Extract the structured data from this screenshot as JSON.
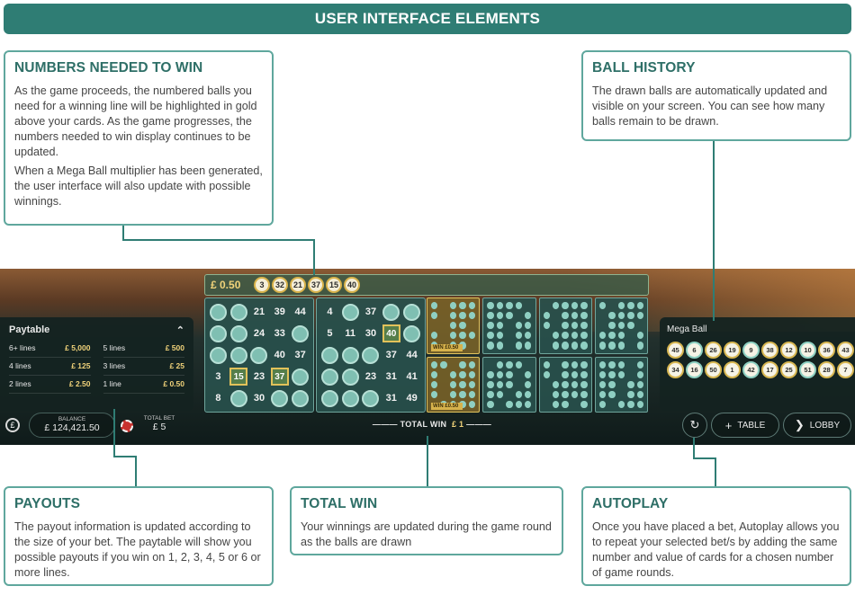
{
  "header": {
    "title": "USER INTERFACE ELEMENTS"
  },
  "callouts": {
    "numbers": {
      "title": "NUMBERS NEEDED TO WIN",
      "p1": "As the game proceeds, the numbered balls you need for a winning line will be highlighted in gold above your cards. As the game progresses, the numbers needed to win display continues to be updated.",
      "p2": "When a Mega Ball multiplier has been generated, the user interface will also update with possible winnings."
    },
    "history": {
      "title": "BALL HISTORY",
      "p1": "The drawn balls are automatically updated and visible on your screen. You can see how many balls remain to be drawn."
    },
    "payouts": {
      "title": "PAYOUTS",
      "p1": "The payout information is updated according to the size of your bet. The paytable will show you possible payouts if you win on 1, 2, 3, 4, 5 or 6 or more lines."
    },
    "totalwin": {
      "title": "TOTAL WIN",
      "p1": "Your winnings are updated during the game round as the balls are drawn"
    },
    "autoplay": {
      "title": "AUTOPLAY",
      "p1": "Once you have placed a bet, Autoplay allows you to repeat your selected bet/s by adding the same number and value of cards for a chosen number of game rounds."
    }
  },
  "game": {
    "win_strip": {
      "amount": "£ 0.50",
      "balls": [
        "3",
        "32",
        "21",
        "37",
        "15",
        "40"
      ]
    },
    "card1": [
      [
        "",
        "",
        "21",
        "39",
        "44"
      ],
      [
        "",
        "",
        "24",
        "33",
        ""
      ],
      [
        "",
        "",
        "",
        "40",
        "37"
      ],
      [
        "3",
        "15",
        "23",
        "37",
        ""
      ],
      [
        "8",
        "",
        "30",
        "",
        ""
      ]
    ],
    "card2": [
      [
        "4",
        "",
        "37",
        "",
        ""
      ],
      [
        "5",
        "11",
        "30",
        "40",
        ""
      ],
      [
        "",
        "",
        "",
        "37",
        "44"
      ],
      [
        "",
        "",
        "23",
        "31",
        "41"
      ],
      [
        "",
        "",
        "",
        "31",
        "49"
      ]
    ],
    "paytable": {
      "title": "Paytable",
      "rows": [
        {
          "lines": "6+ lines",
          "pay": "£ 5,000"
        },
        {
          "lines": "5 lines",
          "pay": "£ 500"
        },
        {
          "lines": "4 lines",
          "pay": "£ 125"
        },
        {
          "lines": "3 lines",
          "pay": "£ 25"
        },
        {
          "lines": "2 lines",
          "pay": "£ 2.50"
        },
        {
          "lines": "1 line",
          "pay": "£ 0.50"
        }
      ]
    },
    "balance": {
      "label": "BALANCE",
      "value": "£ 124,421.50"
    },
    "total_bet": {
      "label": "TOTAL BET",
      "value": "£ 5"
    },
    "total_win": {
      "label": "TOTAL WIN",
      "value": "£ 1"
    },
    "mega_ball": {
      "title": "Mega Ball",
      "row1": [
        "45",
        "6",
        "26",
        "19",
        "9",
        "38",
        "12",
        "10",
        "36",
        "43"
      ],
      "row2": [
        "34",
        "16",
        "50",
        "1",
        "42",
        "17",
        "25",
        "51",
        "28",
        "7"
      ]
    },
    "buttons": {
      "table": "TABLE",
      "lobby": "LOBBY"
    },
    "mini_tags": {
      "win1": "WIN £0.50",
      "win2": "WIN £0.50"
    }
  }
}
